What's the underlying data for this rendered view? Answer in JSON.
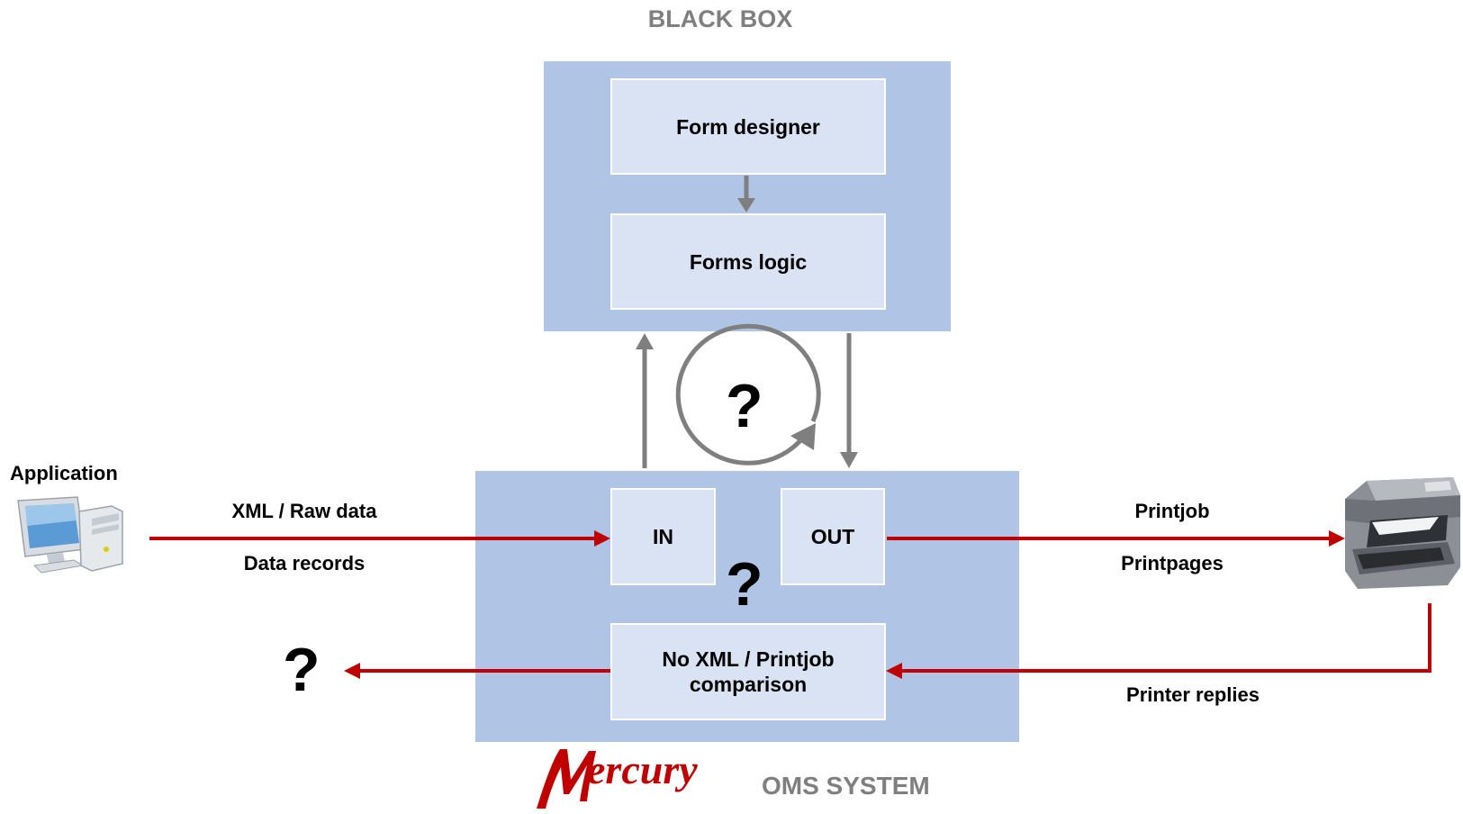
{
  "black_box": {
    "title": "BLACK BOX",
    "form_designer": "Form designer",
    "forms_logic": "Forms logic",
    "cycle_question": "?"
  },
  "oms": {
    "in_label": "IN",
    "out_label": "OUT",
    "middle_question": "?",
    "comparison_label": "No XML / Printjob comparison",
    "brand_logo_text": "Mercury",
    "system_label": "OMS SYSTEM"
  },
  "application": {
    "label": "Application",
    "icon": "desktop-computer-icon"
  },
  "input_flow": {
    "top_label": "XML / Raw data",
    "bottom_label": "Data records"
  },
  "output_flow": {
    "top_label": "Printjob",
    "bottom_label": "Printpages"
  },
  "printer": {
    "icon": "printer-icon",
    "replies_label": "Printer replies"
  },
  "return_flow": {
    "question": "?"
  },
  "colors": {
    "panel": "#b0c4e6",
    "box": "#dae3f3",
    "data_arrow": "#c00000",
    "logic_arrow": "#7f7f7f",
    "title_gray": "#7f7f7f",
    "brand_red": "#c00000"
  }
}
